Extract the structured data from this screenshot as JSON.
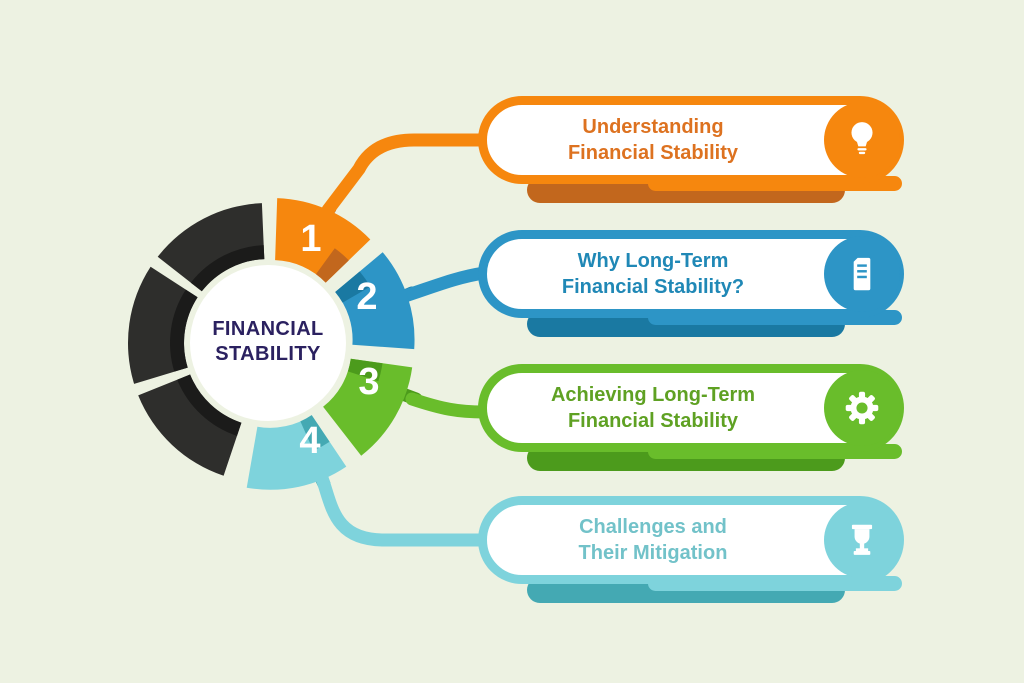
{
  "background_color": "#edf2e2",
  "hub": {
    "label_line1": "FINANCIAL",
    "label_line2": "STABILITY",
    "label_color": "#2b2160",
    "center_circle_color": "#ffffff",
    "dark_segment_color": "#2e2e2c",
    "dark_inner_color": "#1b1b1a",
    "wedges": [
      {
        "num": "1",
        "color": "#f6870e",
        "dark": "#c2671d"
      },
      {
        "num": "2",
        "color": "#2d95c6",
        "dark": "#1a79a2"
      },
      {
        "num": "3",
        "color": "#69bd2b",
        "dark": "#4c9b1c"
      },
      {
        "num": "4",
        "color": "#7ed3dc",
        "dark": "#44a9b3"
      }
    ]
  },
  "cards": [
    {
      "line1": "Understanding",
      "line2": "Financial Stability",
      "color": "#f6870e",
      "shadow": "#c2671d",
      "text_color": "#dd7220",
      "icon": "lightbulb-icon"
    },
    {
      "line1": "Why Long-Term",
      "line2": "Financial Stability?",
      "color": "#2d95c6",
      "shadow": "#1a79a2",
      "text_color": "#2088b6",
      "icon": "document-icon"
    },
    {
      "line1": "Achieving Long-Term",
      "line2": "Financial Stability",
      "color": "#69bd2b",
      "shadow": "#4c9b1c",
      "text_color": "#5fa123",
      "icon": "gear-icon"
    },
    {
      "line1": "Challenges and",
      "line2": "Their Mitigation",
      "color": "#7ed3dc",
      "shadow": "#44a9b3",
      "text_color": "#72c2c9",
      "icon": "trophy-icon"
    }
  ]
}
